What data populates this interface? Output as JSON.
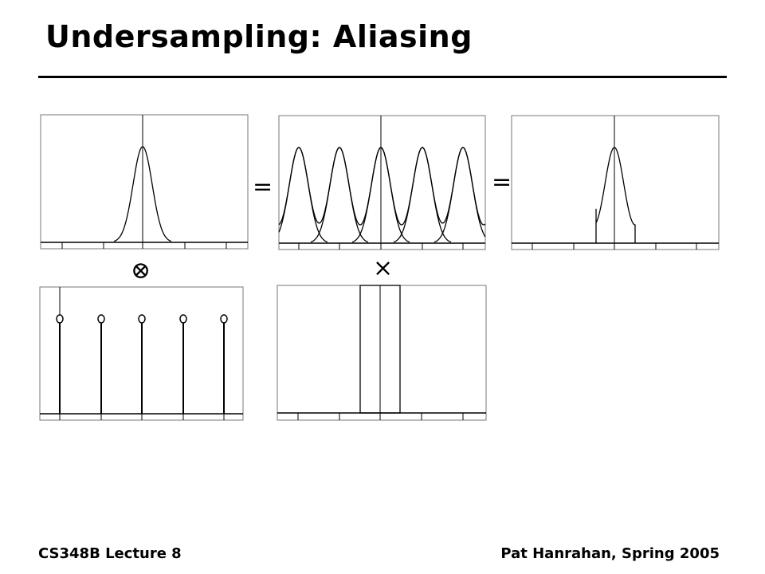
{
  "slide": {
    "title": "Undersampling: Aliasing",
    "footer_left": "CS348B Lecture 8",
    "footer_right": "Pat Hanrahan, Spring 2005"
  },
  "operators": {
    "equals_1": "=",
    "equals_2": "=",
    "convolve": "⊗",
    "multiply": "×"
  },
  "diagram": {
    "panels": [
      "signal-spectrum",
      "replicated-spectra",
      "reconstructed-spectrum",
      "sampling-comb",
      "box-filter"
    ],
    "replica_count": 5
  }
}
